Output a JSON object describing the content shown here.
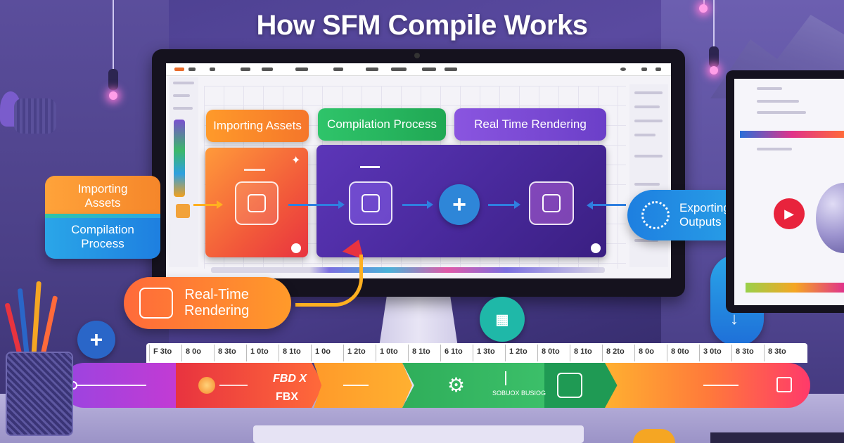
{
  "title": "How SFM Compile Works",
  "screen_cards": {
    "importing": "Importing Assets",
    "compilation": "Compilation Process",
    "rendering": "Real Time Rendering"
  },
  "callouts": {
    "left_top_line1": "Importing",
    "left_top_line2": "Assets",
    "left_bottom_line1": "Compilation",
    "left_bottom_line2": "Process",
    "realtime_line1": "Real-Time",
    "realtime_line2": "Rendering",
    "export_line1": "Exporting",
    "export_line2": "Outputs"
  },
  "ruler_ticks": [
    "F 3to",
    "8 0o",
    "8 3to",
    "1 0to",
    "8 1to",
    "1 0o",
    "1 2to",
    "1 0to",
    "8 1to",
    "6 1to",
    "1 3to",
    "1 2to",
    "8 0to",
    "8 1to",
    "8 2to",
    "8 0o",
    "8 0to",
    "3 0to",
    "8 3to",
    "8 3to"
  ],
  "flowbar": {
    "fbx_top": "FBD X",
    "fbx_bottom": "FBX",
    "green_label": "SOBUOX BUSIOG"
  },
  "colors": {
    "orange": "#f5762a",
    "green": "#2fae5a",
    "purple": "#6b3fc8",
    "blue": "#1e7fe0",
    "magenta": "#c23bd4"
  }
}
